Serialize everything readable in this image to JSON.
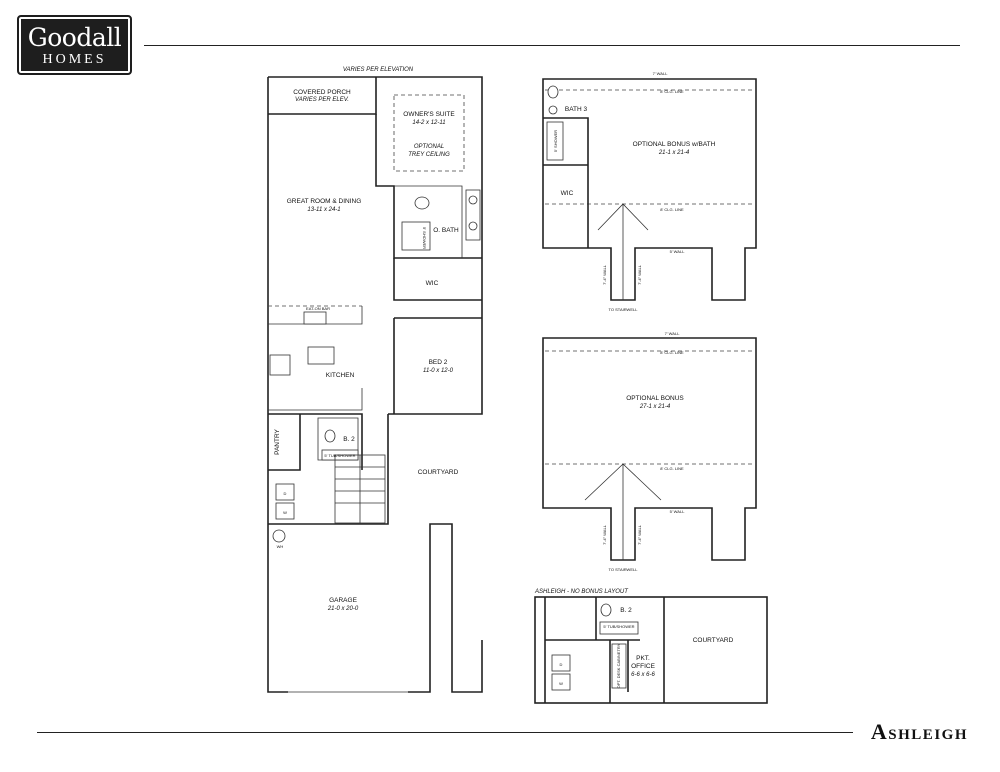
{
  "brand": {
    "line1": "Goodall",
    "line2": "HOMES"
  },
  "plan_name": "Ashleigh",
  "main_plan": {
    "elevation_note": "VARIES PER ELEVATION",
    "covered_porch": {
      "name": "COVERED PORCH",
      "note": "VARIES PER ELEV."
    },
    "great_room": {
      "name": "GREAT ROOM & DINING",
      "size": "13-11 x 24-1"
    },
    "owners_suite": {
      "name": "OWNER'S SUITE",
      "size": "14-2 x 12-11",
      "note1": "OPTIONAL",
      "note2": "TREY CEILING"
    },
    "o_bath": "O. BATH",
    "wic": "WIC",
    "eat_on_bar": "EAT-ON BAR",
    "kitchen": "KITCHEN",
    "bed2": {
      "name": "BED 2",
      "size": "11-0 x 12-0"
    },
    "pantry": "PANTRY",
    "b2": "B. 2",
    "b2_shower": "5' TUB/SHOWER",
    "shower": "5' SHOWER",
    "courtyard": "COURTYARD",
    "water_heater": "WH",
    "dryer": "D",
    "washer": "W",
    "garage": {
      "name": "GARAGE",
      "size": "21-0 x 20-0"
    }
  },
  "bonus_bath": {
    "wall_top": "7' WALL",
    "clg_line_top": "8' CLG. LINE",
    "bath3": "BATH 3",
    "shower": "5' SHOWER",
    "name": "OPTIONAL BONUS w/BATH",
    "size": "21-1 x 21-4",
    "wic": "WIC",
    "clg_line_mid": "8' CLG. LINE",
    "wall_5": "5' WALL",
    "wall_left": "7'-4\" WALL",
    "wall_right": "7'-4\" WALL",
    "stair": "TO STAIRWELL"
  },
  "bonus": {
    "wall_top": "7' WALL",
    "clg_line_top": "8' CLG. LINE",
    "name": "OPTIONAL BONUS",
    "size": "27-1 x 21-4",
    "clg_line_mid": "8' CLG. LINE",
    "wall_5": "5' WALL",
    "wall_left": "7'-4\" WALL",
    "wall_right": "7'-4\" WALL",
    "stair": "TO STAIRWELL"
  },
  "no_bonus": {
    "title": "ASHLEIGH - NO BONUS LAYOUT",
    "b2": "B. 2",
    "b2_shower": "5' TUB/SHOWER",
    "pkt_office": "PKT.",
    "office": "OFFICE",
    "office_size": "6-6 x 6-6",
    "cabinetry": "OPT. DESK CABINETRY",
    "courtyard": "COURTYARD",
    "dryer": "D",
    "washer": "W"
  }
}
